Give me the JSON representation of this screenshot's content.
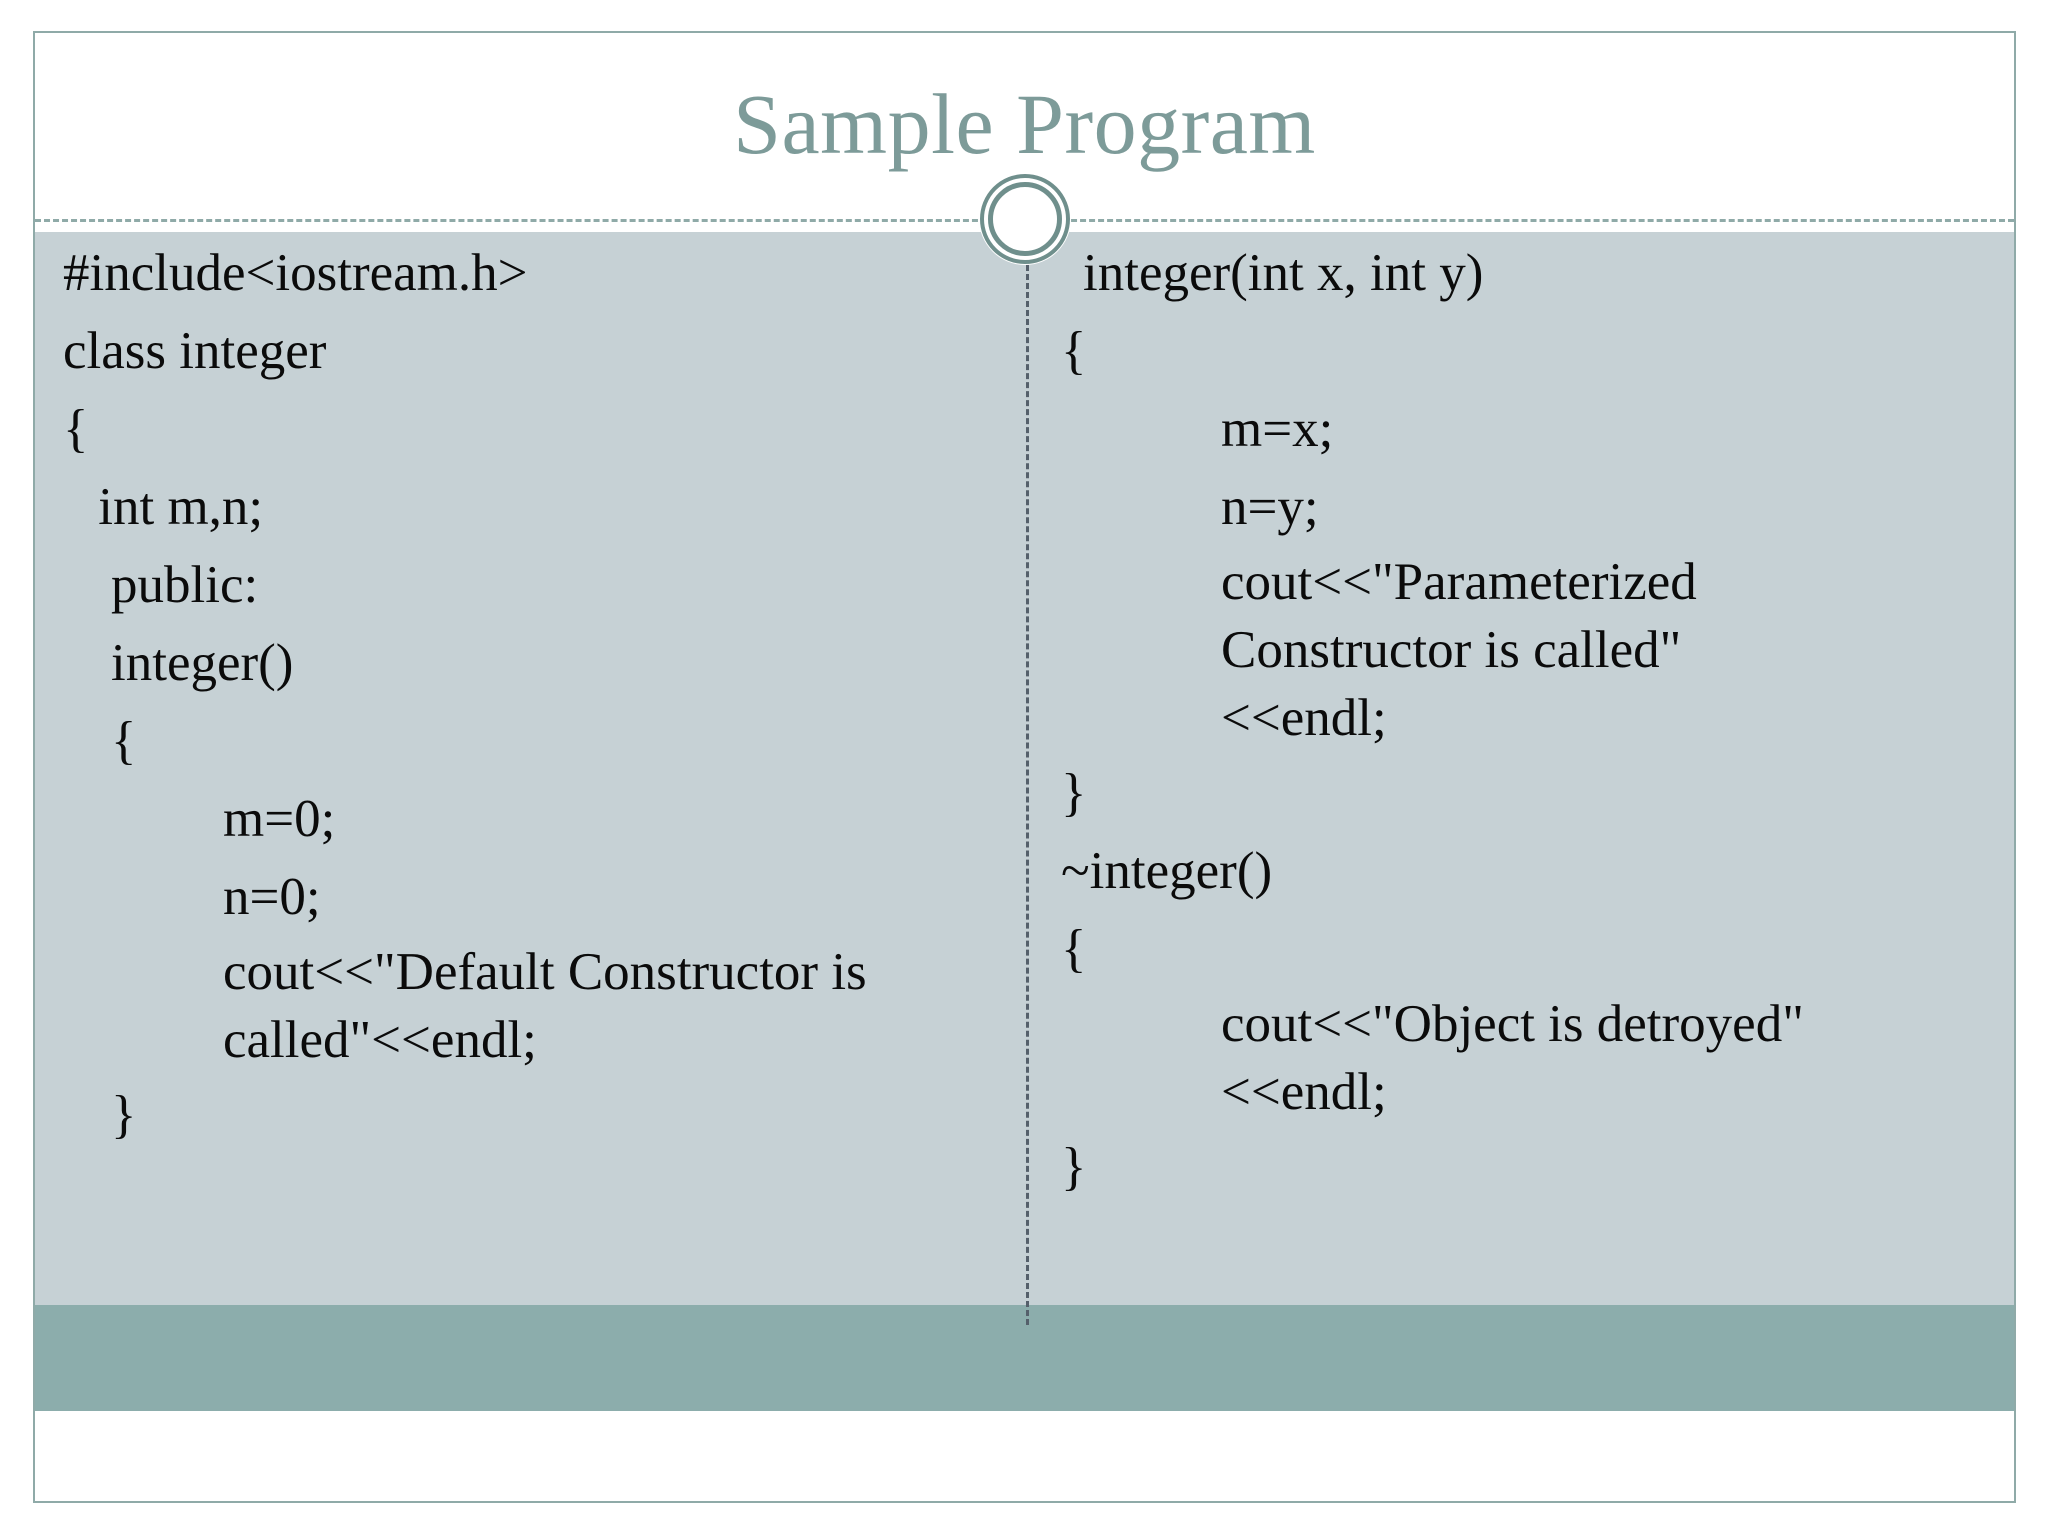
{
  "slide": {
    "title": "Sample Program",
    "theme": {
      "title_color": "#7d9b99",
      "accent_line_color": "#8faaa8",
      "content_bg": "#c6d1d5",
      "footer_bar": "#8cadac",
      "divider_color": "#55606b",
      "code_color": "#0b0b0b",
      "border_color": "#8faaa8"
    }
  },
  "code": {
    "left_column": [
      {
        "text": "#include<iostream.h>",
        "indent": 0
      },
      {
        "text": "class integer",
        "indent": 0
      },
      {
        "text": "{",
        "indent": 0
      },
      {
        "text": " int m,n;",
        "indent": 1
      },
      {
        "text": "public:",
        "indent": 2
      },
      {
        "text": "integer()",
        "indent": 2
      },
      {
        "text": "{",
        "indent": 2
      },
      {
        "text": "m=0;",
        "indent": 3
      },
      {
        "text": "n=0;",
        "indent": 3
      },
      {
        "text": "cout<<\"Default Constructor is called\"<<endl;",
        "indent": 3,
        "wrap": true
      },
      {
        "text": "}",
        "indent": 2
      }
    ],
    "right_column": [
      {
        "text": "integer(int x, int y)",
        "indent": 1
      },
      {
        "text": "{",
        "indent": 0
      },
      {
        "text": "m=x;",
        "indent": 3
      },
      {
        "text": "n=y;",
        "indent": 3
      },
      {
        "text": "cout<<\"Parameterized Constructor is called\"<<endl;",
        "indent": 3,
        "wrap": true
      },
      {
        "text": "}",
        "indent": 0
      },
      {
        "text": "~integer()",
        "indent": 0
      },
      {
        "text": "{",
        "indent": 0
      },
      {
        "text": "cout<<\"Object is detroyed\"<<endl;",
        "indent": 3,
        "wrap": true
      },
      {
        "text": "}",
        "indent": 0
      }
    ]
  },
  "decor": {
    "circle_icon": "double-ring-circle-icon"
  }
}
